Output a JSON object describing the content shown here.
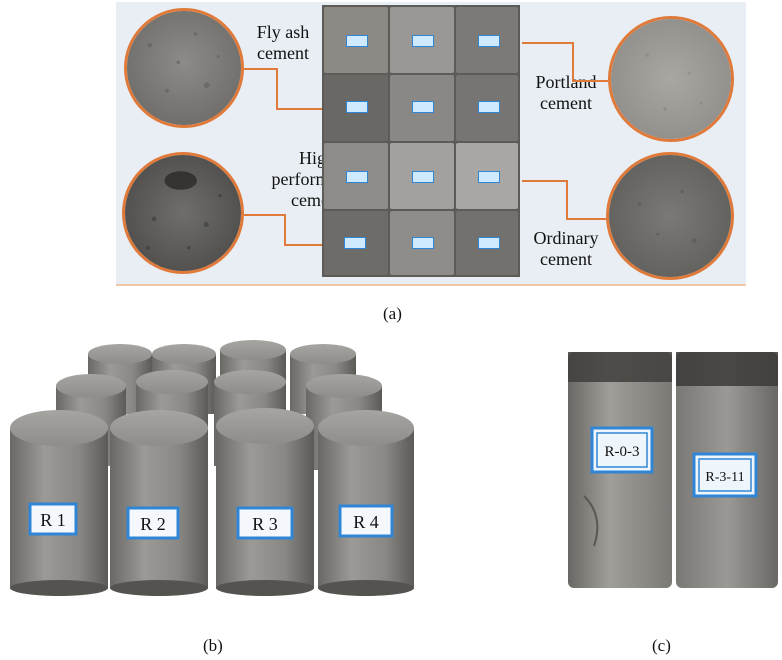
{
  "panel_a": {
    "labels": {
      "fly_ash": [
        "Fly ash",
        "cement"
      ],
      "high_performance": [
        "High",
        "performance",
        "cement"
      ],
      "portland": [
        "Portland",
        "cement"
      ],
      "ordinary": [
        "Ordinary",
        "cement"
      ]
    },
    "caption": "(a)"
  },
  "panel_b": {
    "specimen_labels": [
      "R 1",
      "R 2",
      "R 3",
      "R 4"
    ],
    "caption": "(b)"
  },
  "panel_c": {
    "specimen_labels": [
      "R-0-3",
      "R-3-11"
    ],
    "caption": "(c)"
  },
  "colors": {
    "accent_orange": "#e07a3a",
    "label_blue": "#2f86d6",
    "panel_background": "#e8eef3"
  }
}
